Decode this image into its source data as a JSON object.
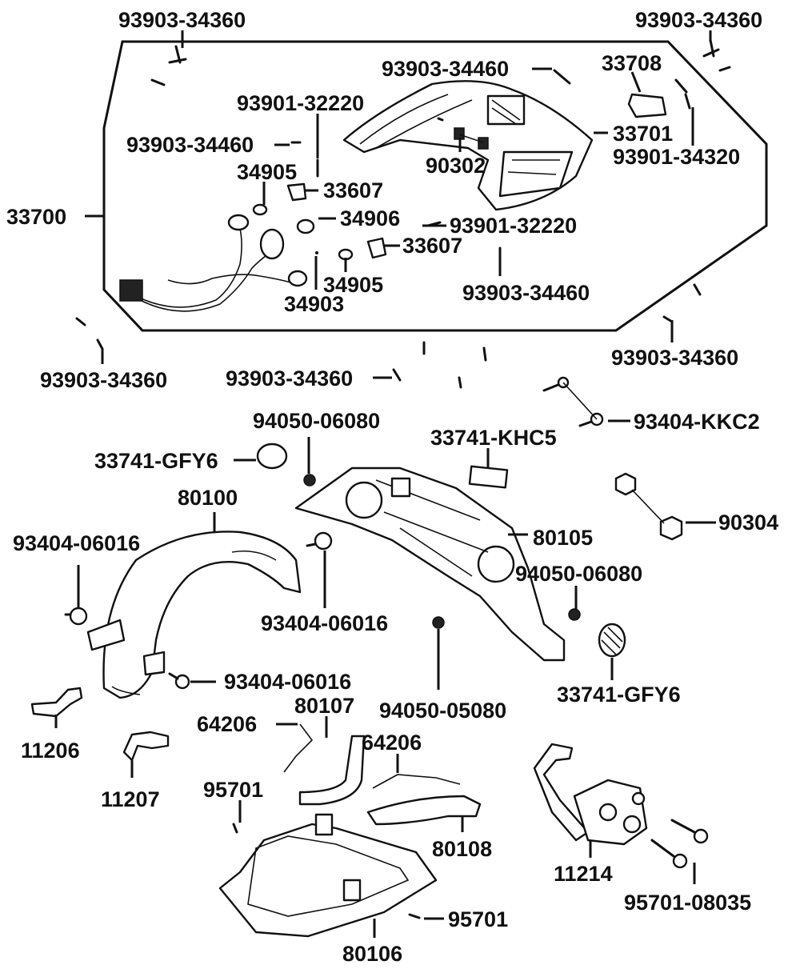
{
  "labels": {
    "l01": "93903-34360",
    "l02": "93903-34360",
    "l03": "93903-34460",
    "l04": "33708",
    "l05": "93901-32220",
    "l06": "93903-34460",
    "l07": "33701",
    "l08": "93901-34320",
    "l09": "90302",
    "l10": "34905",
    "l11": "33607",
    "l12": "33700",
    "l13": "34906",
    "l14": "93901-32220",
    "l15": "33607",
    "l16": "34905",
    "l17": "34903",
    "l18": "93903-34460",
    "l19": "93903-34360",
    "l20": "93903-34360",
    "l21": "93903-34360",
    "l22": "94050-06080",
    "l23": "93404-KKC2",
    "l24": "33741-KHC5",
    "l25": "33741-GFY6",
    "l26": "80100",
    "l27": "90304",
    "l28": "80105",
    "l29": "93404-06016",
    "l30": "94050-06080",
    "l31": "93404-06016",
    "l32": "93404-06016",
    "l33": "94050-05080",
    "l34": "33741-GFY6",
    "l35": "80107",
    "l36": "64206",
    "l37": "11206",
    "l38": "64206",
    "l39": "11207",
    "l40": "95701",
    "l41": "80108",
    "l42": "11214",
    "l43": "95701",
    "l44": "95701-08035",
    "l45": "80106"
  }
}
